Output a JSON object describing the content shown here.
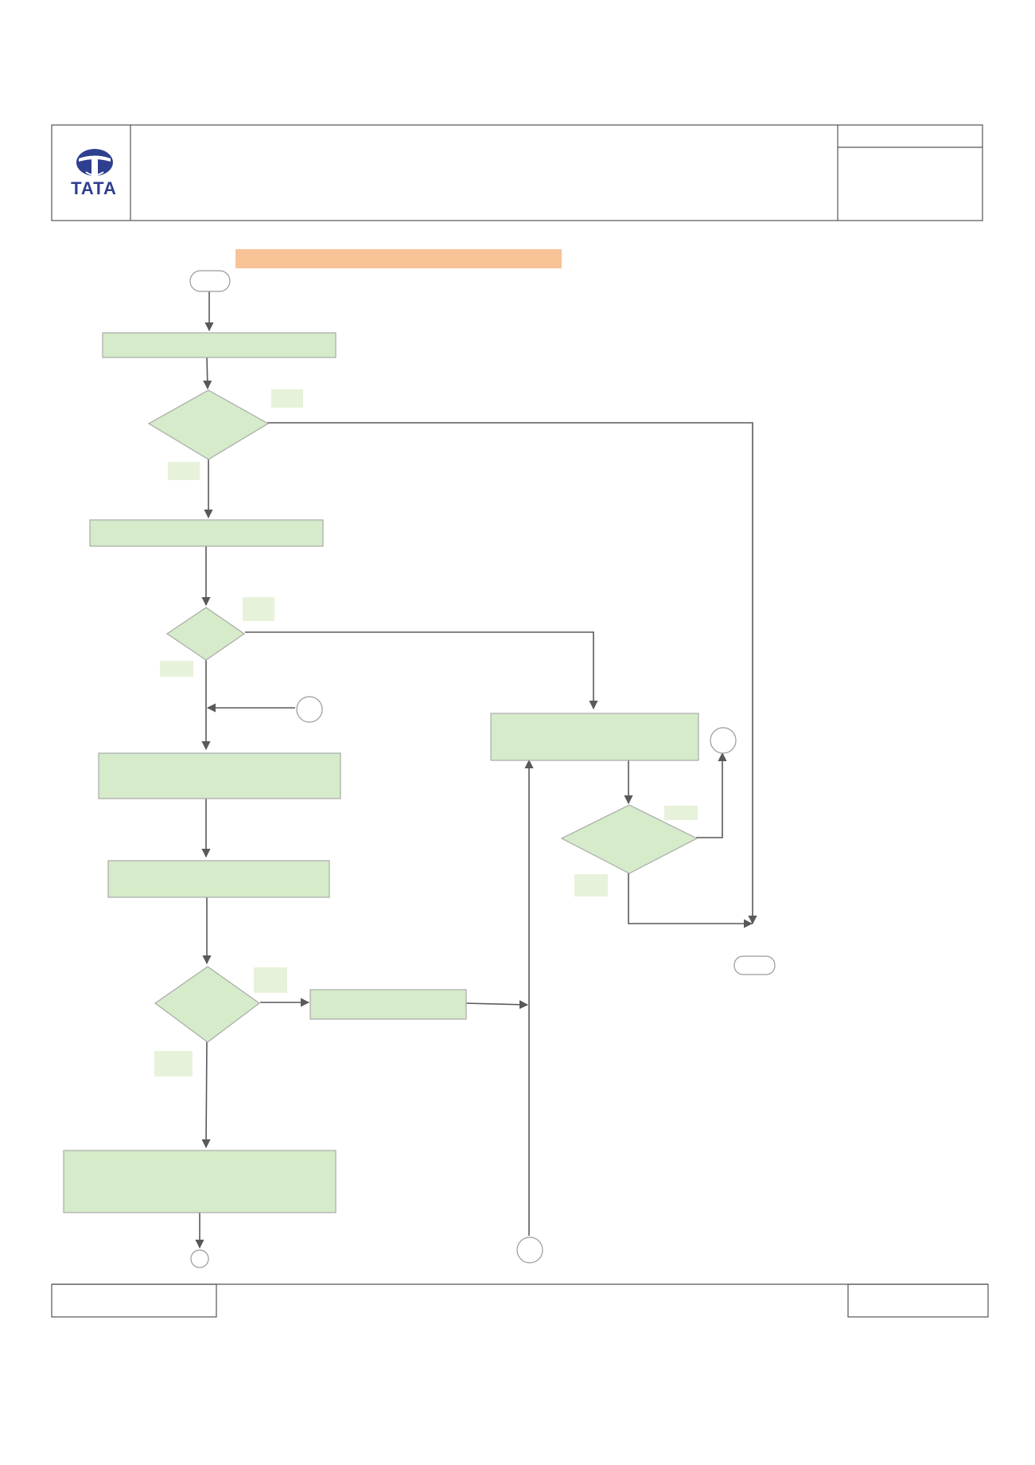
{
  "header": {
    "logo_text": "TATA",
    "brand_color": "#2e3f8f"
  },
  "flowchart": {
    "highlight_bar_color": "#f7c397",
    "shape_fill": "#d5ebc9",
    "shape_stroke": "#a9a9a9",
    "label_fill": "#e7f2da",
    "line_color": "#595959",
    "nodes": [
      {
        "id": "start-terminator",
        "shape": "terminator",
        "text": ""
      },
      {
        "id": "process-1",
        "shape": "process",
        "text": ""
      },
      {
        "id": "decision-1",
        "shape": "decision",
        "text": ""
      },
      {
        "id": "process-2",
        "shape": "process",
        "text": ""
      },
      {
        "id": "decision-2",
        "shape": "decision",
        "text": ""
      },
      {
        "id": "connector-a",
        "shape": "connector",
        "text": ""
      },
      {
        "id": "process-3",
        "shape": "process",
        "text": ""
      },
      {
        "id": "process-4",
        "shape": "process",
        "text": ""
      },
      {
        "id": "decision-3",
        "shape": "decision",
        "text": ""
      },
      {
        "id": "process-5",
        "shape": "process",
        "text": ""
      },
      {
        "id": "process-6",
        "shape": "process",
        "text": ""
      },
      {
        "id": "connector-b",
        "shape": "connector",
        "text": ""
      },
      {
        "id": "process-7",
        "shape": "process",
        "text": ""
      },
      {
        "id": "decision-4",
        "shape": "decision",
        "text": ""
      },
      {
        "id": "connector-c",
        "shape": "connector",
        "text": ""
      },
      {
        "id": "end-terminator",
        "shape": "terminator",
        "text": ""
      },
      {
        "id": "connector-d",
        "shape": "connector",
        "text": ""
      }
    ]
  }
}
